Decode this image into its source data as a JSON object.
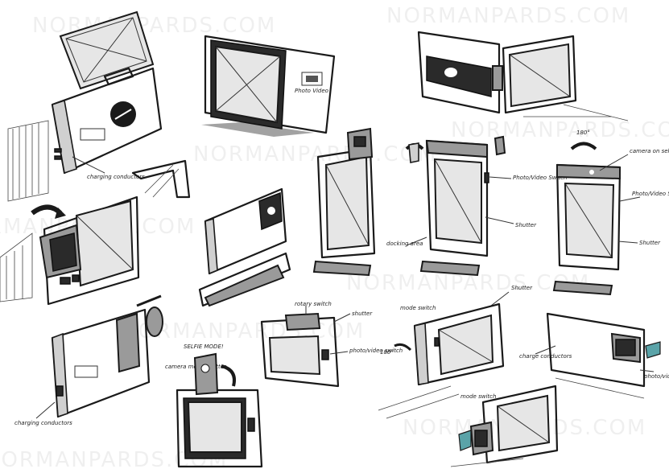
{
  "watermark": "NORMANPARDS.COM",
  "annotations": {
    "charging_conductors_top": "charging conductors",
    "charging_conductors_bottom": "charging conductors",
    "photo_video_switch_1": "Photo/Video Switch",
    "shutter_1": "Shutter",
    "docking_area": "docking area",
    "angle_180_top": "180°",
    "camera_selfie": "camera on selfie mode",
    "photo_video_switch_2": "Photo/Video Switch",
    "shutter_2": "Shutter",
    "rotary_switch": "rotary switch",
    "shutter_3": "shutter",
    "photo_video_switch_3": "photo/video switch",
    "selfie_mode": "SELFIE MODE!",
    "camera_mode_shutter": "camera mode shutter",
    "mode_switch_1": "mode switch",
    "shutter_4": "Shutter",
    "angle_180_mid": "180°",
    "charge_conductors": "charge conductors",
    "photo_video_switch_4": "photo/video switch",
    "mode_switch_2": "mode switch",
    "brand_small": "Photo Video"
  }
}
